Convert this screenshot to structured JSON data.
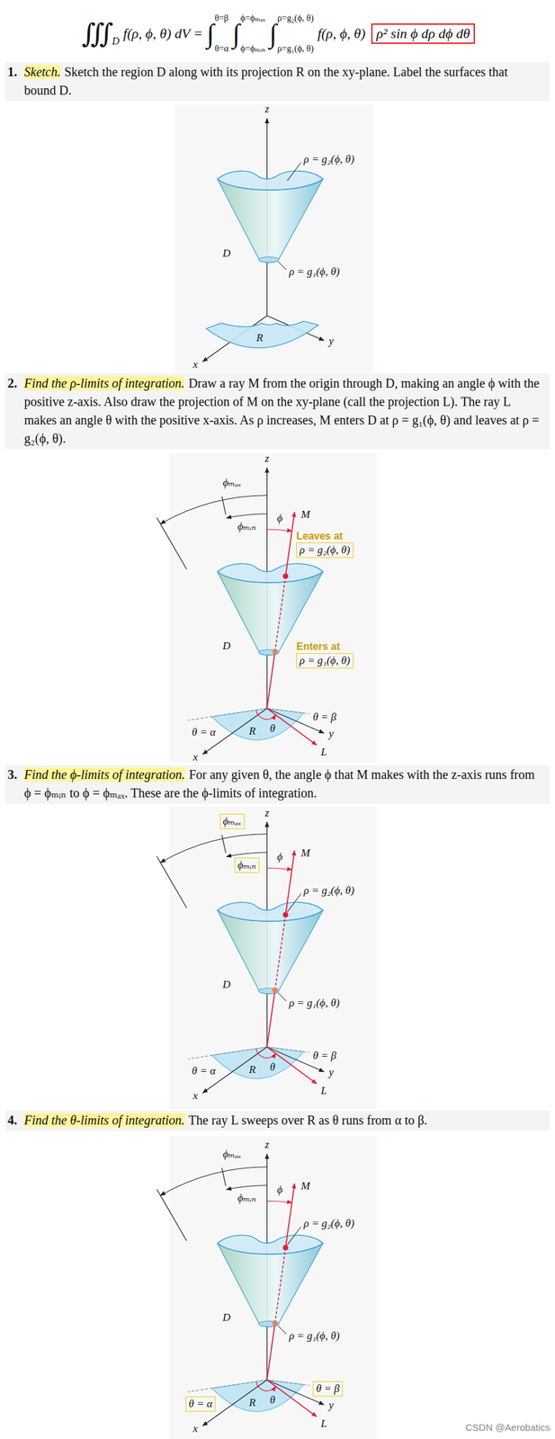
{
  "diagram": {
    "nodes": [
      {
        "text": [
          "ρ² sin ϕ dρ dϕ dθ"
        ]
      },
      {
        "text": [
          "1.",
          "Sketch.",
          "Sketch the region D along with its projection R on the xy-plane. Label the surfaces that bound D."
        ]
      },
      {
        "text": [
          "2.",
          "Find the ρ-limits of integration.",
          "Draw a ray M from the origin through D, making an angle ϕ with the positive z-axis. Also draw the projection of M on the xy-plane (call the projection L). The ray L makes an angle θ with the positive x-axis. As ρ increases, M enters D at ρ = g₁(ϕ, θ) and leaves at ρ = g₂(ϕ, θ)."
        ]
      },
      {
        "text": [
          "Leaves at",
          "ρ = g₂(ϕ, θ)"
        ]
      },
      {
        "text": [
          "Enters at",
          "ρ = g₁(ϕ, θ)"
        ]
      },
      {
        "text": [
          "3.",
          "Find the ϕ-limits of integration.",
          "For any given θ, the angle ϕ that M makes with the z-axis runs from ϕ = ϕₘᵢₙ to ϕ = ϕₘₐₓ. These are the ϕ-limits of integration."
        ]
      },
      {
        "text": [
          "ϕₘₐₓ"
        ]
      },
      {
        "text": [
          "ϕₘᵢₙ"
        ]
      },
      {
        "text": [
          "4.",
          "Find the θ-limits of integration.",
          "The ray L sweeps over R as θ runs from α to β."
        ]
      },
      {
        "text": [
          "θ = α"
        ]
      },
      {
        "text": [
          "θ = β"
        ]
      }
    ],
    "labels": [
      "∭",
      "D",
      "f(ρ, ϕ, θ) dV =",
      "∫",
      "θ=β",
      "θ=α",
      "∫",
      "ϕ=ϕₘₐₓ",
      "ϕ=ϕₘᵢₙ",
      "∫",
      "ρ=g₂(ϕ, θ)",
      "ρ=g₁(ϕ, θ)",
      "f(ρ, ϕ, θ)",
      "z",
      "ρ = g₂(ϕ, θ)",
      "D",
      "ρ = g₁(ϕ, θ)",
      "R",
      "x",
      "y",
      "z",
      "ϕₘₐₓ",
      "ϕₘᵢₙ",
      "ϕ",
      "M",
      "D",
      "θ = α",
      "R",
      "θ",
      "θ = β",
      "x",
      "y",
      "L",
      "z",
      "ϕ",
      "M",
      "ρ = g₂(ϕ, θ)",
      "D",
      "ρ = g₁(ϕ, θ)",
      "θ = α",
      "R",
      "θ",
      "θ = β",
      "x",
      "y",
      "L",
      "z",
      "ϕₘₐₓ",
      "ϕₘᵢₙ",
      "ϕ",
      "M",
      "ρ = g₂(ϕ, θ)",
      "D",
      "ρ = g₁(ϕ, θ)",
      "R",
      "θ",
      "x",
      "y",
      "L",
      "CSDN @Aerobatics"
    ]
  }
}
